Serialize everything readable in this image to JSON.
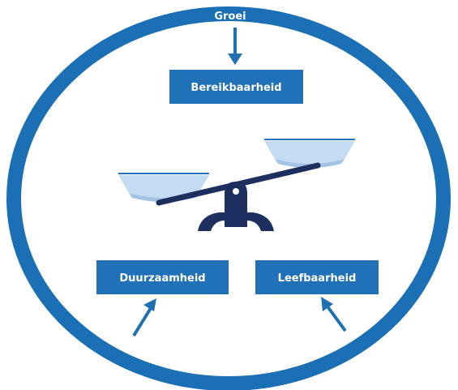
{
  "diagram": {
    "ring_label": "Groei",
    "top_box": "Bereikbaarheid",
    "left_box": "Duurzaamheid",
    "right_box": "Leefbaarheid"
  },
  "colors": {
    "ring_blue": "#1a6fb5",
    "box_blue": "#2171b8",
    "arrow_blue": "#1f6fb3",
    "pan_light": "#c3dcf2",
    "pan_shadow": "#a2c3e3",
    "scale_navy": "#1d2f5e"
  },
  "icons": {
    "center": "balance-scale-icon"
  }
}
